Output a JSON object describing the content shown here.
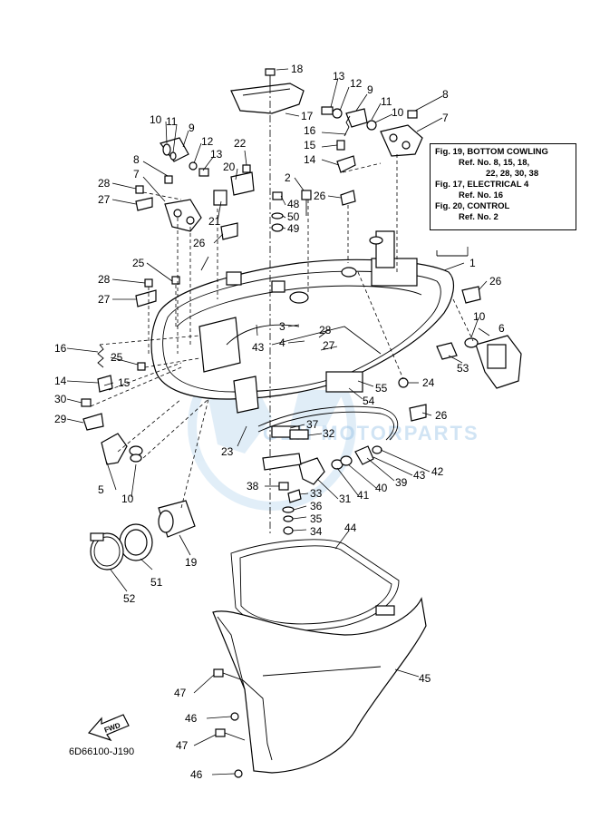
{
  "reference_box": {
    "lines": [
      "Fig. 19, BOTTOM COWLING",
      "Ref. No. 8, 15, 18,",
      "22, 28, 30, 38",
      "Fig. 17, ELECTRICAL 4",
      "Ref. No. 16",
      "Fig. 20, CONTROL",
      "Ref. No. 2"
    ]
  },
  "direction_marker": "FWD",
  "drawing_code": "6D66100-J190",
  "watermark": "GEM MOTORPARTS",
  "callouts": [
    "1",
    "2",
    "3",
    "4",
    "5",
    "6",
    "7",
    "7",
    "8",
    "8",
    "9",
    "9",
    "10",
    "10",
    "10",
    "10",
    "11",
    "11",
    "12",
    "12",
    "13",
    "13",
    "14",
    "14",
    "15",
    "15",
    "16",
    "16",
    "17",
    "18",
    "19",
    "20",
    "21",
    "22",
    "23",
    "24",
    "25",
    "25",
    "26",
    "26",
    "26",
    "26",
    "27",
    "27",
    "27",
    "28",
    "28",
    "28",
    "29",
    "30",
    "31",
    "32",
    "33",
    "34",
    "35",
    "36",
    "37",
    "38",
    "39",
    "40",
    "41",
    "42",
    "43",
    "43",
    "44",
    "45",
    "46",
    "46",
    "47",
    "47",
    "48",
    "49",
    "50",
    "51",
    "52",
    "53",
    "54",
    "55"
  ]
}
